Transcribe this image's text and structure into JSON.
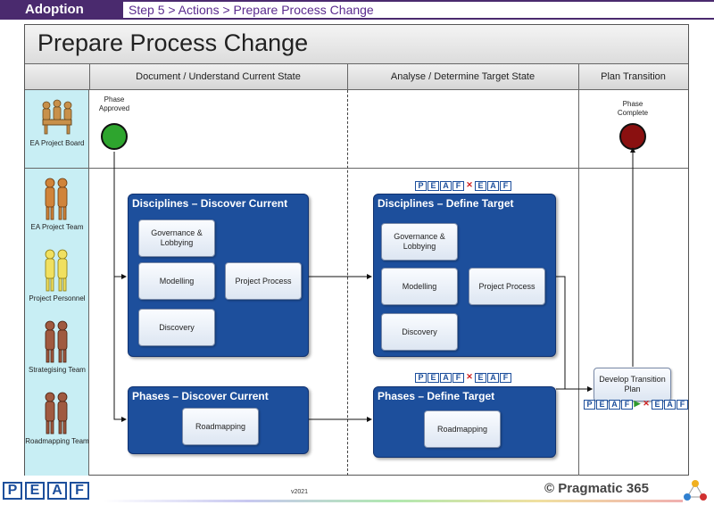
{
  "header": {
    "tag": "Adoption",
    "breadcrumb": "Step 5 > Actions > Prepare Process Change"
  },
  "title": "Prepare Process Change",
  "columns": [
    "Document / Understand Current State",
    "Analyse / Determine Target State",
    "Plan Transition"
  ],
  "actors": {
    "board": "EA Project Board",
    "team": "EA Project Team",
    "personnel": "Project Personnel",
    "strategising": "Strategising Team",
    "roadmapping": "Roadmapping Team"
  },
  "events": {
    "start": "Phase Approved",
    "end": "Phase Complete",
    "start_color": "#2ea52e",
    "end_color": "#8a1010"
  },
  "groups": {
    "disc_current": {
      "title": "Disciplines – Discover Current",
      "tasks": [
        "Governance & Lobbying",
        "Modelling",
        "Discovery",
        "Project Process"
      ]
    },
    "disc_target": {
      "title": "Disciplines – Define Target",
      "tasks": [
        "Governance & Lobbying",
        "Modelling",
        "Discovery",
        "Project Process"
      ]
    },
    "phase_current": {
      "title": "Phases – Discover Current",
      "tasks": [
        "Roadmapping"
      ]
    },
    "phase_target": {
      "title": "Phases – Define Target",
      "tasks": [
        "Roadmapping"
      ]
    }
  },
  "transition_task": "Develop Transition Plan",
  "logo_letters": [
    "P",
    "E",
    "A",
    "F",
    "E",
    "A",
    "F"
  ],
  "footer": {
    "version": "v2021",
    "copyright": "© Pragmatic 365",
    "peaf": [
      "P",
      "E",
      "A",
      "F"
    ]
  },
  "accent": "#1d4f9c",
  "brand": "#4a2a6e"
}
